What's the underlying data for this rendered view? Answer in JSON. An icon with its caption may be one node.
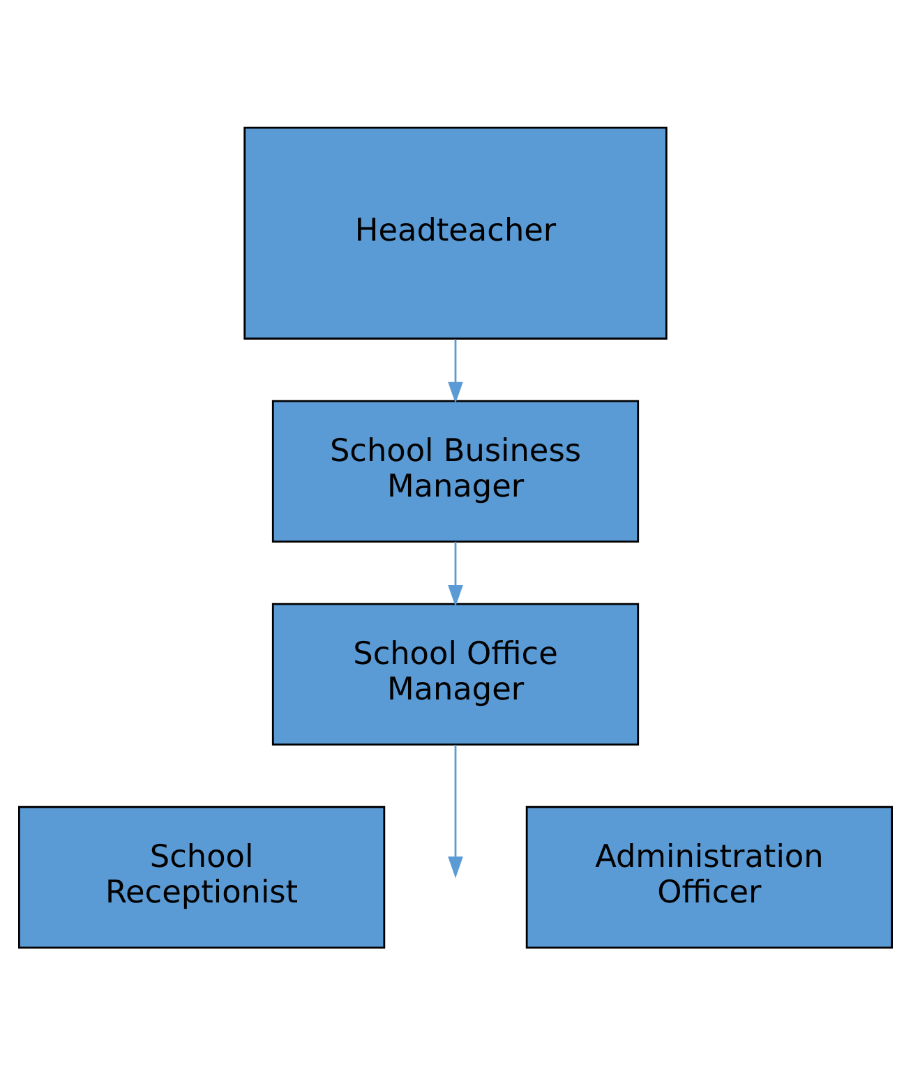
{
  "diagram": {
    "nodes": [
      {
        "text": [
          "Headteacher"
        ]
      },
      {
        "text": [
          "School Business Manager"
        ]
      },
      {
        "text": [
          "School Office Manager"
        ]
      },
      {
        "text": [
          "School Receptionist"
        ]
      },
      {
        "text": [
          "Administration Officer"
        ]
      }
    ],
    "edges": [
      {
        "from": 0,
        "to": 1,
        "arrow": "to"
      },
      {
        "from": 1,
        "to": 2,
        "arrow": "to"
      },
      {
        "from": 2,
        "to": null,
        "arrow": "to"
      }
    ]
  }
}
